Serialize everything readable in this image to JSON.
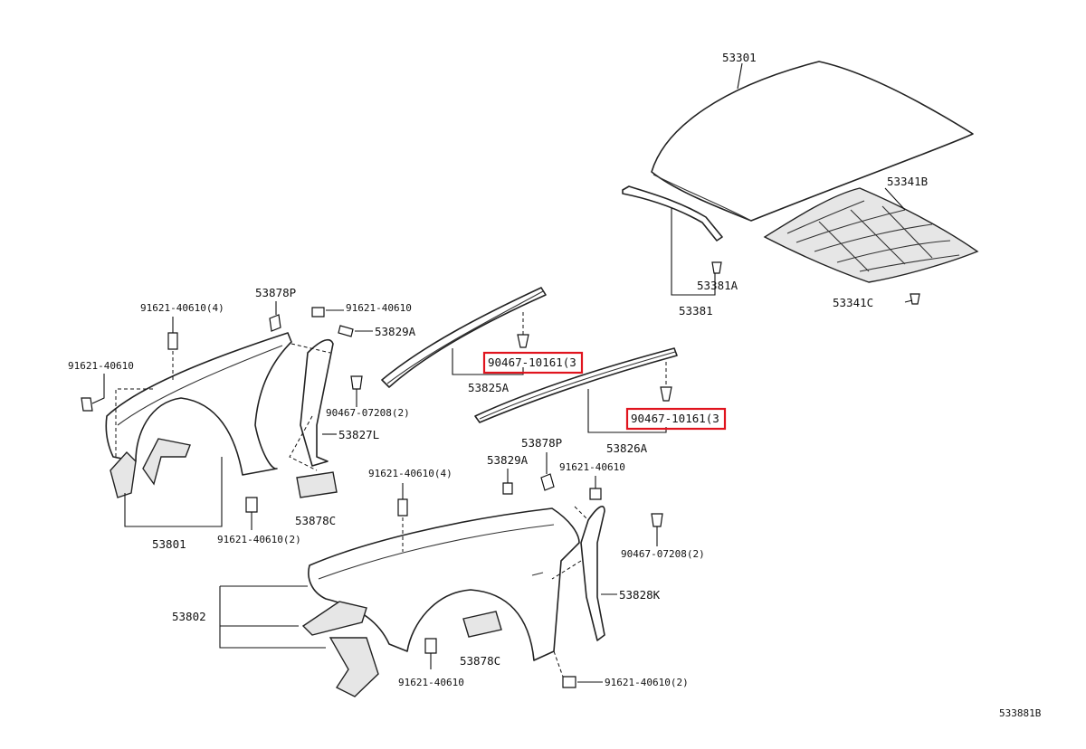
{
  "labels": {
    "hood": "53301",
    "hood_insulator": "53341B",
    "hood_clip_insulator": "53341C",
    "hood_seal": "53381",
    "hood_seal_clip": "53381A",
    "seal_r_upper": "53825A",
    "seal_l_upper": "53826A",
    "fender_left": "53801",
    "fender_right": "53802",
    "liner_l": "53827L",
    "liner_r": "53828K",
    "plate_l": "53829A",
    "plate_r": "53829A",
    "pad_p_l": "53878P",
    "pad_p_r": "53878P",
    "pad_c_l": "53878C",
    "pad_c_r": "53878C",
    "bolt_top_left": "91621-40610(4)",
    "bolt_left_side": "91621-40610",
    "bolt_top_mid": "91621-40610",
    "bolt_bottom_left": "91621-40610(2)",
    "clip_mid_left": "90467-07208(2)",
    "bolt_top_right": "91621-40610(4)",
    "bolt_right_upper": "91621-40610",
    "clip_right": "90467-07208(2)",
    "bolt_bottom_center": "91621-40610",
    "bolt_bottom_right": "91621-40610(2)",
    "clip_highlight_1": "90467-10161(3",
    "clip_highlight_2": "90467-10161(3",
    "diagram_id": "533881B"
  },
  "colors": {
    "highlight": "#e0141e",
    "line": "#111111"
  }
}
